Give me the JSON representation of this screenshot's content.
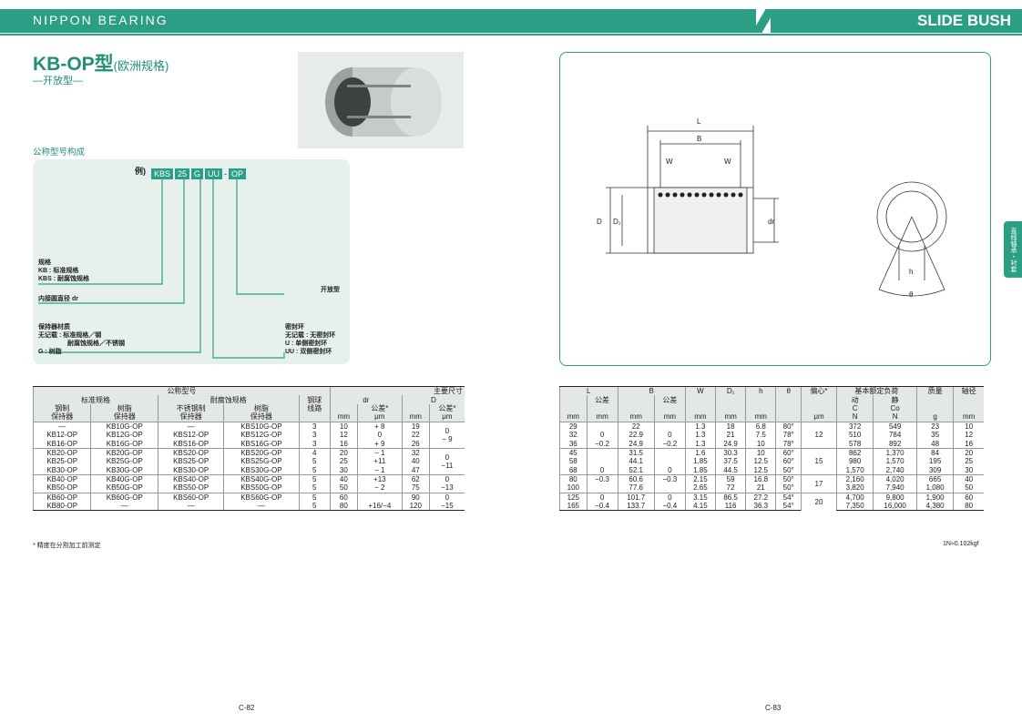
{
  "header": {
    "brand": "NIPPON BEARING",
    "section": "SLIDE BUSH"
  },
  "left_page": {
    "title": "KB-OP型",
    "title_note": "(欧洲规格)",
    "subtitle": "—开放型—",
    "code_heading": "公称型号构成",
    "example_label": "例)",
    "code_parts": [
      "KBS",
      "25",
      "G",
      "UU",
      "-",
      "OP"
    ],
    "spec_label": "规格",
    "spec_kb": "KB : 标准规格",
    "spec_kbs": "KBS : 耐腐蚀规格",
    "dr_label": "内接圆直径 dr",
    "open_label": "开放型",
    "retainer_label": "保持器材质",
    "retainer_none": "无记载 : 标准规格／钢",
    "retainer_none2": "耐腐蚀规格／不锈钢",
    "retainer_g": "G : 树脂",
    "seal_label": "密封环",
    "seal_none": "无记载 : 无密封环",
    "seal_u": "U : 单侧密封环",
    "seal_uu": "UU : 双侧密封环",
    "table_header": {
      "nominal": "公称型号",
      "main_dims": "主要尺寸",
      "standard": "标准规格",
      "corrosion": "耐腐蚀规格",
      "steel": "钢制",
      "steel2": "保持器",
      "resin": "树脂",
      "resin2": "保持器",
      "stainless": "不锈钢制",
      "stainless2": "保持器",
      "resin_b": "树脂",
      "resin_b2": "保持器",
      "balls": "钢球",
      "balls2": "线路",
      "dr": "dr",
      "D": "D",
      "tol": "公差*",
      "mm": "mm",
      "um": "μm"
    },
    "rows": [
      [
        "—",
        "KB10G-OP",
        "—",
        "KBS10G-OP",
        "3",
        "10",
        "+ 8",
        "19"
      ],
      [
        "KB12-OP",
        "KB12G-OP",
        "KBS12-OP",
        "KBS12G-OP",
        "3",
        "12",
        "0",
        "22"
      ],
      [
        "KB16-OP",
        "KB16G-OP",
        "KBS16-OP",
        "KBS16G-OP",
        "3",
        "16",
        "+ 9",
        "26"
      ],
      [
        "KB20-OP",
        "KB20G-OP",
        "KBS20-OP",
        "KBS20G-OP",
        "4",
        "20",
        "− 1",
        "32"
      ],
      [
        "KB25-OP",
        "KB25G-OP",
        "KBS25-OP",
        "KBS25G-OP",
        "5",
        "25",
        "+11",
        "40"
      ],
      [
        "KB30-OP",
        "KB30G-OP",
        "KBS30-OP",
        "KBS30G-OP",
        "5",
        "30",
        "− 1",
        "47"
      ],
      [
        "KB40-OP",
        "KB40G-OP",
        "KBS40-OP",
        "KBS40G-OP",
        "5",
        "40",
        "+13",
        "62"
      ],
      [
        "KB50-OP",
        "KB50G-OP",
        "KBS50-OP",
        "KBS50G-OP",
        "5",
        "50",
        "− 2",
        "75"
      ],
      [
        "KB60-OP",
        "KB60G-OP",
        "KBS60-OP",
        "KBS60G-OP",
        "5",
        "60",
        "",
        "90"
      ],
      [
        "KB80-OP",
        "—",
        "—",
        "—",
        "5",
        "80",
        "+16/−4",
        "120"
      ]
    ],
    "D_tol": [
      "0",
      "− 9",
      "0",
      "−11",
      "0",
      "−13",
      "0",
      "−15"
    ],
    "footnote": "* 精度在分割加工前测定",
    "page": "C-82"
  },
  "right_page": {
    "diagram_labels": [
      "L",
      "B",
      "W",
      "W",
      "D",
      "D₁",
      "dr",
      "h",
      "θ"
    ],
    "side_tab": "直线轴承・衬套",
    "table_header": {
      "L": "L",
      "tol": "公差",
      "B": "B",
      "W": "W",
      "D1": "D₁",
      "h": "h",
      "theta": "θ",
      "ecc": "偏心*",
      "load": "基本额定负荷",
      "dyn": "动",
      "static": "静",
      "C": "C",
      "Co": "Co",
      "mass": "质量",
      "shaft": "轴径",
      "mm": "mm",
      "um": "μm",
      "N": "N",
      "g": "g"
    },
    "rows": [
      [
        "29",
        "22",
        "1.3",
        "18",
        "6.8",
        "80°",
        "372",
        "549",
        "23",
        "10"
      ],
      [
        "32",
        "22.9",
        "1.3",
        "21",
        "7.5",
        "78°",
        "510",
        "784",
        "35",
        "12"
      ],
      [
        "36",
        "24.9",
        "1.3",
        "24.9",
        "10",
        "78°",
        "578",
        "892",
        "48",
        "16"
      ],
      [
        "45",
        "31.5",
        "1.6",
        "30.3",
        "10",
        "60°",
        "862",
        "1,370",
        "84",
        "20"
      ],
      [
        "58",
        "44.1",
        "1.85",
        "37.5",
        "12.5",
        "60°",
        "980",
        "1,570",
        "195",
        "25"
      ],
      [
        "68",
        "52.1",
        "1.85",
        "44.5",
        "12.5",
        "50°",
        "1,570",
        "2,740",
        "309",
        "30"
      ],
      [
        "80",
        "60.6",
        "2.15",
        "59",
        "16.8",
        "50°",
        "2,160",
        "4,020",
        "665",
        "40"
      ],
      [
        "100",
        "77.6",
        "2.65",
        "72",
        "21",
        "50°",
        "3,820",
        "7,940",
        "1,080",
        "50"
      ],
      [
        "125",
        "101.7",
        "3.15",
        "86.5",
        "27.2",
        "54°",
        "4,700",
        "9,800",
        "1,900",
        "60"
      ],
      [
        "165",
        "133.7",
        "4.15",
        "116",
        "36.3",
        "54°",
        "7,350",
        "16,000",
        "4,380",
        "80"
      ]
    ],
    "L_tol": [
      "0",
      "−0.2",
      "0",
      "−0.3",
      "0",
      "−0.4"
    ],
    "B_tol": [
      "0",
      "−0.2",
      "0",
      "−0.3",
      "0",
      "−0.4"
    ],
    "ecc": [
      "12",
      "15",
      "17",
      "20"
    ],
    "footnote": "1N≈0.102kgf",
    "page": "C-83"
  }
}
